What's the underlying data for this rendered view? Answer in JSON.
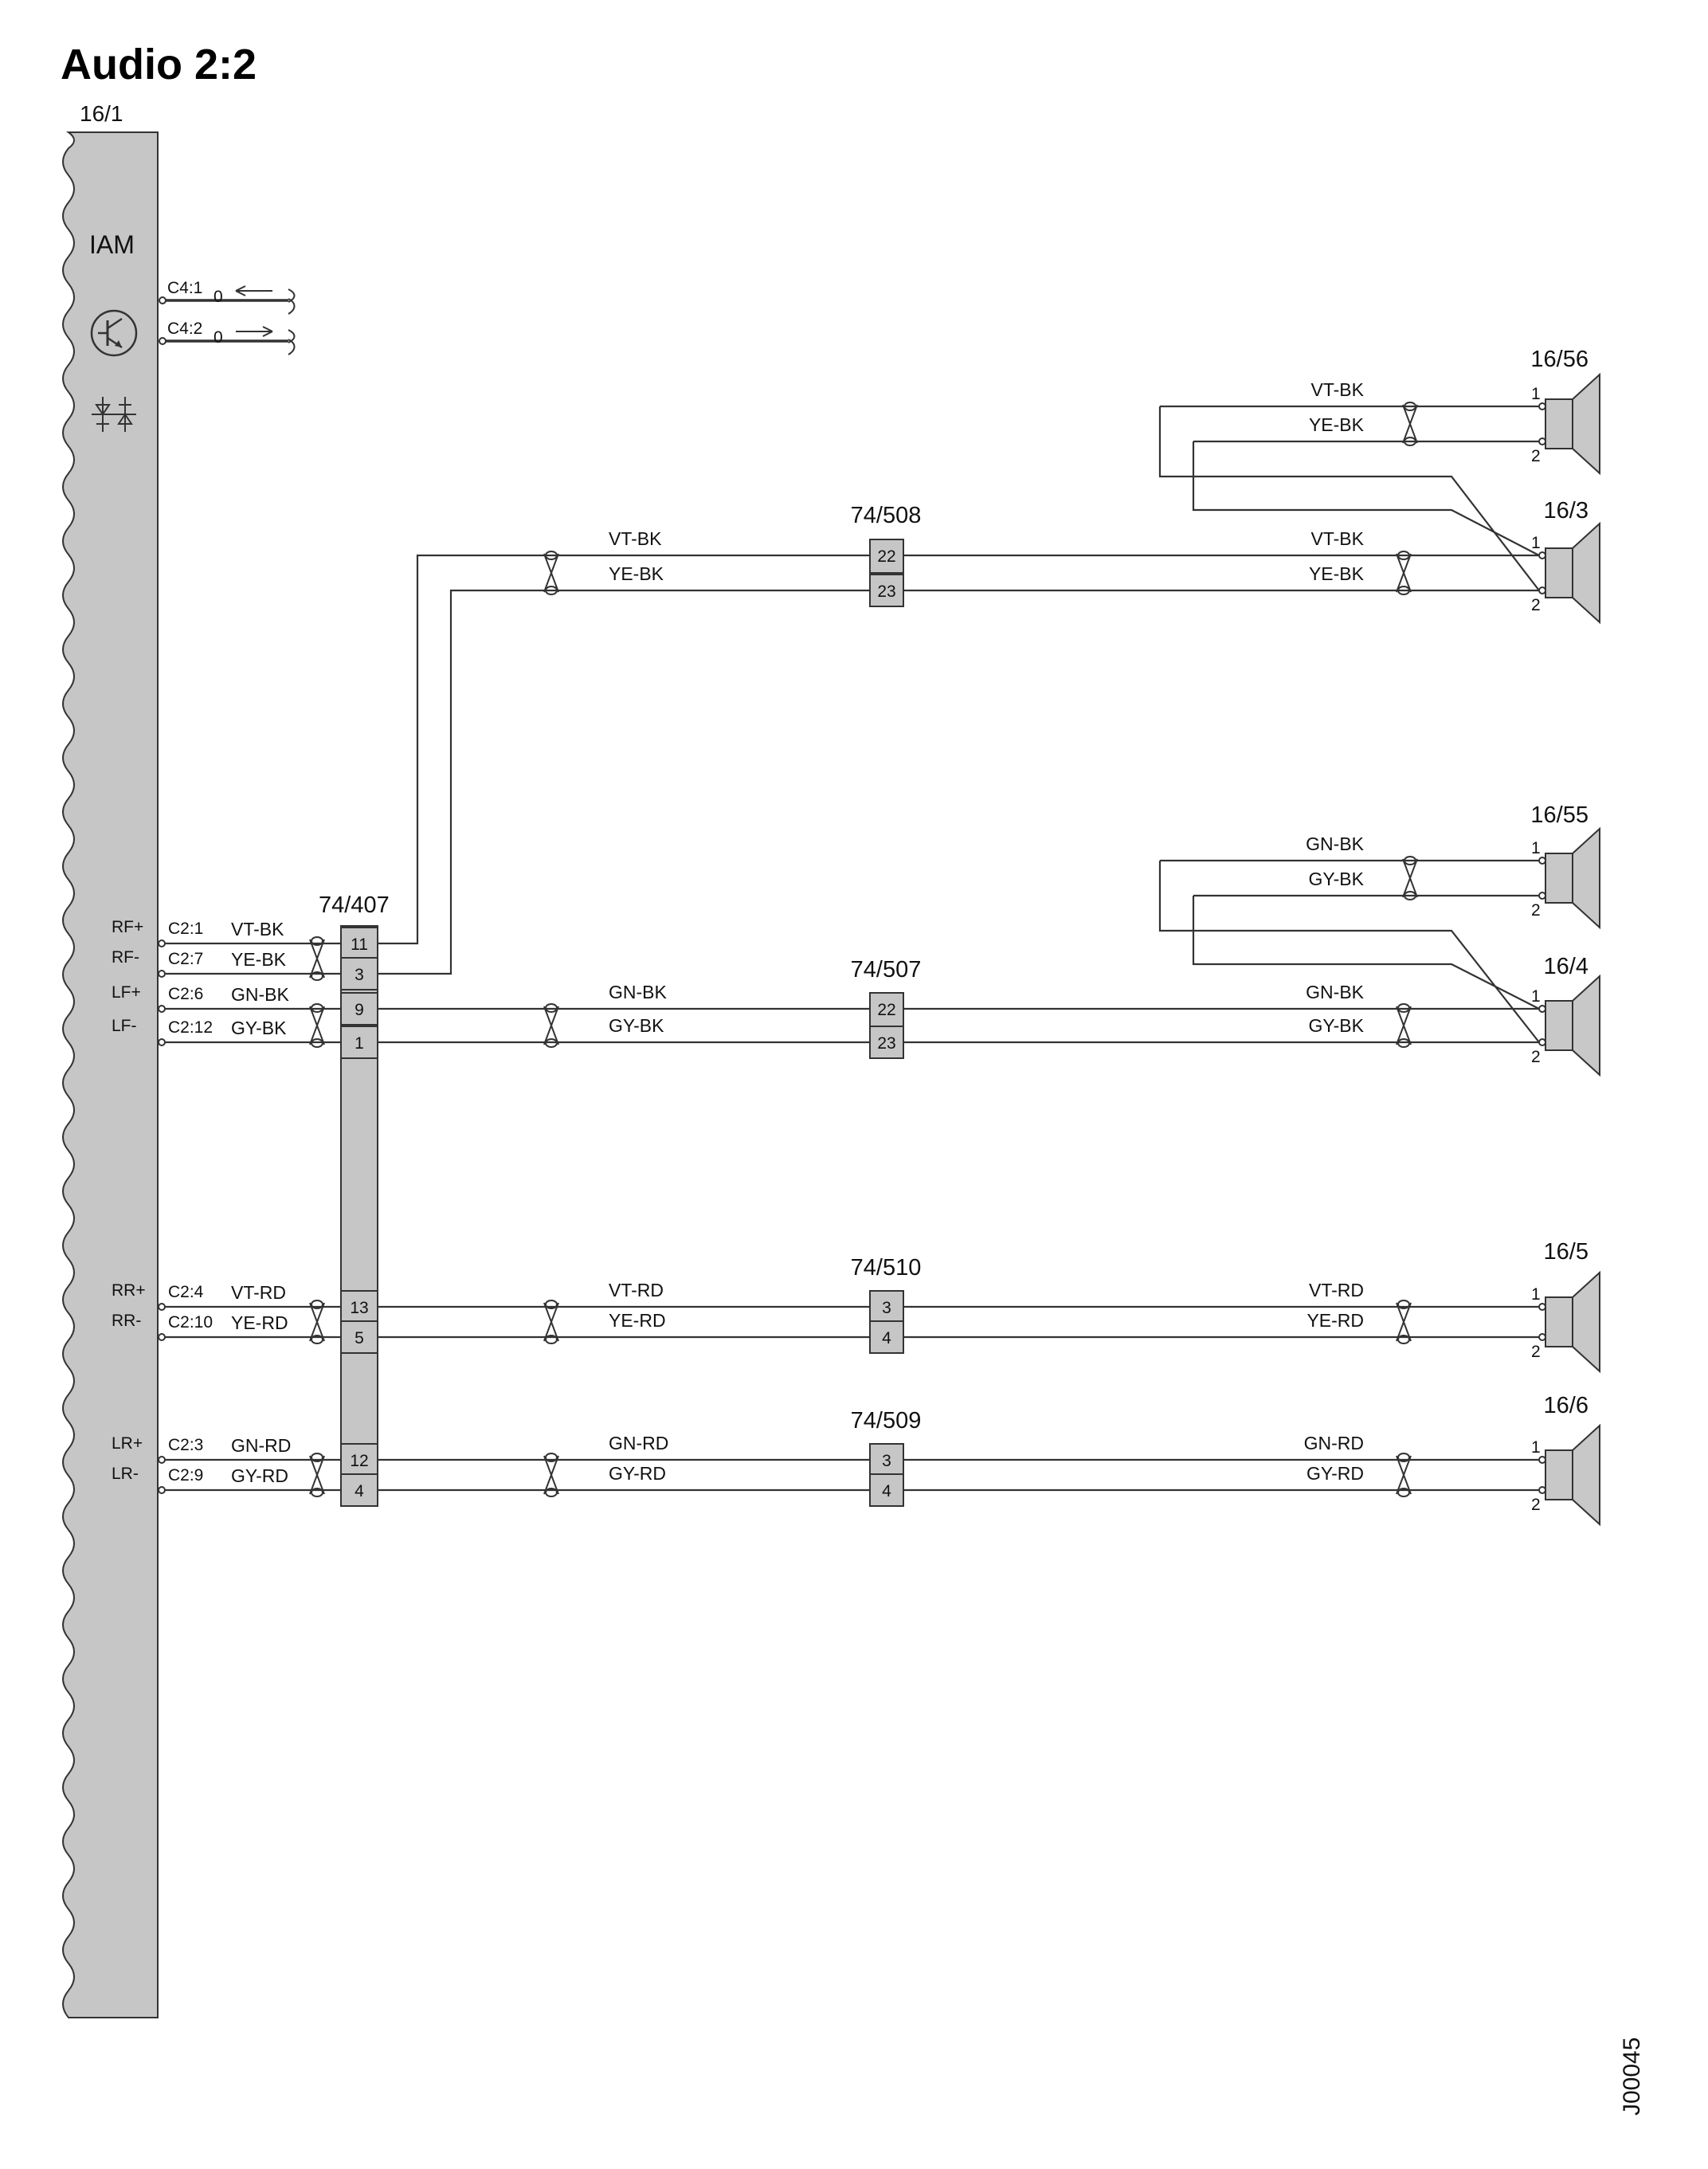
{
  "title": "Audio 2:2",
  "document_id": "J00045",
  "module": {
    "ref": "16/1",
    "name": "IAM",
    "icons": [
      "transistor-icon",
      "diode-pair-icon"
    ],
    "aux_pins": [
      {
        "pin": "C4:1",
        "value": "0",
        "direction": "in"
      },
      {
        "pin": "C4:2",
        "value": "0",
        "direction": "out"
      }
    ],
    "outputs": [
      {
        "signal": "RF+",
        "pin": "C2:1",
        "wire": "VT-BK"
      },
      {
        "signal": "RF-",
        "pin": "C2:7",
        "wire": "YE-BK"
      },
      {
        "signal": "LF+",
        "pin": "C2:6",
        "wire": "GN-BK"
      },
      {
        "signal": "LF-",
        "pin": "C2:12",
        "wire": "GY-BK"
      },
      {
        "signal": "RR+",
        "pin": "C2:4",
        "wire": "VT-RD"
      },
      {
        "signal": "RR-",
        "pin": "C2:10",
        "wire": "YE-RD"
      },
      {
        "signal": "LR+",
        "pin": "C2:3",
        "wire": "GN-RD"
      },
      {
        "signal": "LR-",
        "pin": "C2:9",
        "wire": "GY-RD"
      }
    ]
  },
  "main_connector": {
    "ref": "74/407",
    "pins": [
      "11",
      "3",
      "9",
      "1",
      "13",
      "5",
      "12",
      "4"
    ]
  },
  "inline_connectors": [
    {
      "ref": "74/508",
      "pins": [
        "22",
        "23"
      ]
    },
    {
      "ref": "74/507",
      "pins": [
        "22",
        "23"
      ]
    },
    {
      "ref": "74/510",
      "pins": [
        "3",
        "4"
      ]
    },
    {
      "ref": "74/509",
      "pins": [
        "3",
        "4"
      ]
    }
  ],
  "speakers": [
    {
      "ref": "16/56",
      "pins": [
        "1",
        "2"
      ],
      "wires": [
        "VT-BK",
        "YE-BK"
      ]
    },
    {
      "ref": "16/3",
      "pins": [
        "1",
        "2"
      ]
    },
    {
      "ref": "16/55",
      "pins": [
        "1",
        "2"
      ],
      "wires": [
        "GN-BK",
        "GY-BK"
      ]
    },
    {
      "ref": "16/4",
      "pins": [
        "1",
        "2"
      ]
    },
    {
      "ref": "16/5",
      "pins": [
        "1",
        "2"
      ]
    },
    {
      "ref": "16/6",
      "pins": [
        "1",
        "2"
      ]
    }
  ],
  "runs": [
    {
      "from": "74/407",
      "via": "74/508",
      "to": "16/3",
      "wires": [
        "VT-BK",
        "YE-BK"
      ]
    },
    {
      "from": "74/407",
      "via": "74/507",
      "to": "16/4",
      "wires": [
        "GN-BK",
        "GY-BK"
      ]
    },
    {
      "from": "74/407",
      "via": "74/510",
      "to": "16/5",
      "wires": [
        "VT-RD",
        "YE-RD"
      ]
    },
    {
      "from": "74/407",
      "via": "74/509",
      "to": "16/6",
      "wires": [
        "GN-RD",
        "GY-RD"
      ]
    }
  ]
}
